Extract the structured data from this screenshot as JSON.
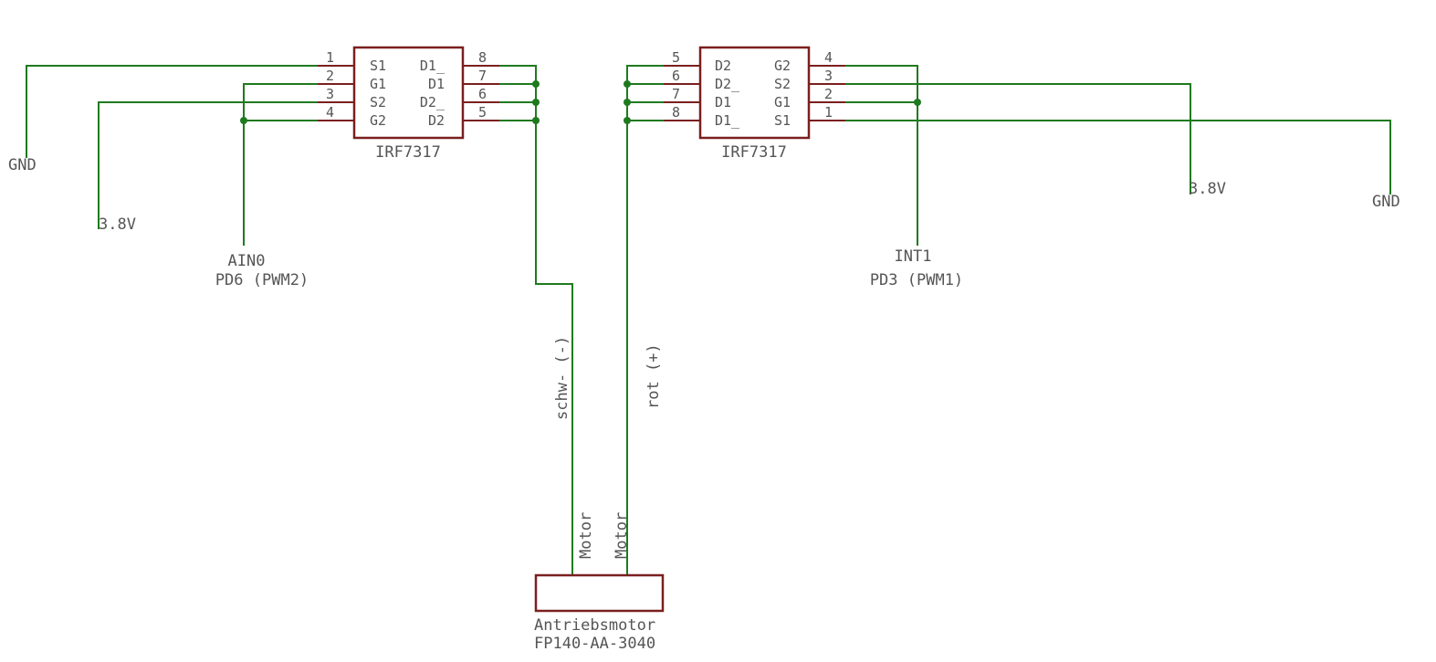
{
  "colors": {
    "wire": "#1f7a1f",
    "part_outline": "#7a1f1f",
    "text": "#555555",
    "background": "#ffffff"
  },
  "left_chip": {
    "name": "IRF7317",
    "left_pins": [
      {
        "num": "1",
        "name": "S1"
      },
      {
        "num": "2",
        "name": "G1"
      },
      {
        "num": "3",
        "name": "S2"
      },
      {
        "num": "4",
        "name": "G2"
      }
    ],
    "right_pins": [
      {
        "num": "8",
        "name": "D1_"
      },
      {
        "num": "7",
        "name": "D1"
      },
      {
        "num": "6",
        "name": "D2_"
      },
      {
        "num": "5",
        "name": "D2"
      }
    ]
  },
  "right_chip": {
    "name": "IRF7317",
    "left_pins": [
      {
        "num": "5",
        "name": "D2"
      },
      {
        "num": "6",
        "name": "D2_"
      },
      {
        "num": "7",
        "name": "D1"
      },
      {
        "num": "8",
        "name": "D1_"
      }
    ],
    "right_pins": [
      {
        "num": "4",
        "name": "G2"
      },
      {
        "num": "3",
        "name": "S2"
      },
      {
        "num": "2",
        "name": "G1"
      },
      {
        "num": "1",
        "name": "S1"
      }
    ]
  },
  "nets": {
    "left_gnd": "GND",
    "left_vcc": "3.8V",
    "left_ain0": "AIN0",
    "left_pd6": "PD6 (PWM2)",
    "right_int1": "INT1",
    "right_pd3": "PD3 (PWM1)",
    "right_vcc": "3.8V",
    "right_gnd": "GND",
    "wire_minus": "schw- (-)",
    "wire_plus": "rot (+)"
  },
  "motor": {
    "pin_left": "Motor",
    "pin_right": "Motor",
    "name": "Antriebsmotor",
    "part": "FP140-AA-3040"
  }
}
